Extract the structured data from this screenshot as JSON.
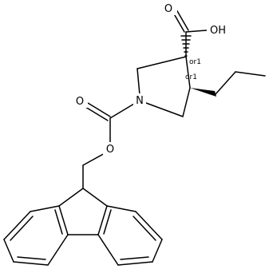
{
  "molecule": {
    "atoms": {
      "carboxylic_oxygen_double": "O",
      "carboxylic_hydroxyl": "OH",
      "ring_nitrogen": "N",
      "carbamate_oxygen_double": "O",
      "carbamate_ester_oxygen": "O"
    },
    "stereo_labels": {
      "c3": "or1",
      "c4": "or1"
    }
  }
}
